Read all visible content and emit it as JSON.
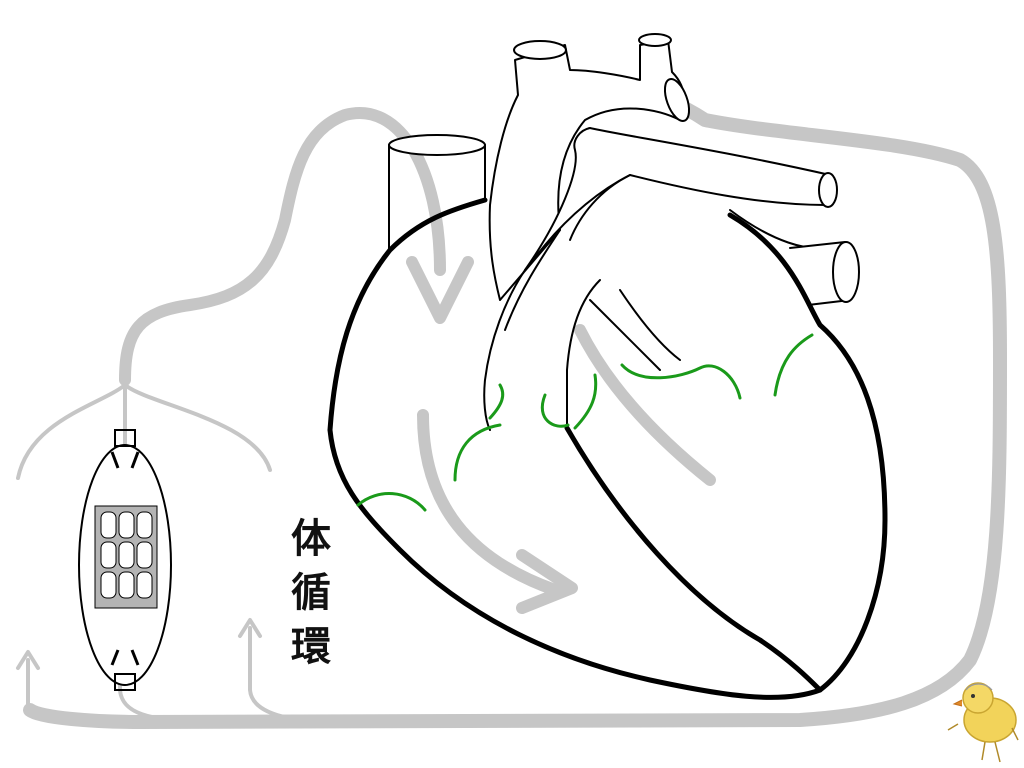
{
  "diagram": {
    "label_chars": [
      "体",
      "循",
      "環"
    ]
  },
  "colors": {
    "circulation": "#c6c6c6",
    "outline": "#000000",
    "coronary": "#1a9a1a",
    "muscle_fill": "#b4b4b4"
  },
  "icons": {
    "heart": "heart-illustration",
    "muscle": "muscle-diagram-icon",
    "mascot": "chick-mascot-icon"
  }
}
